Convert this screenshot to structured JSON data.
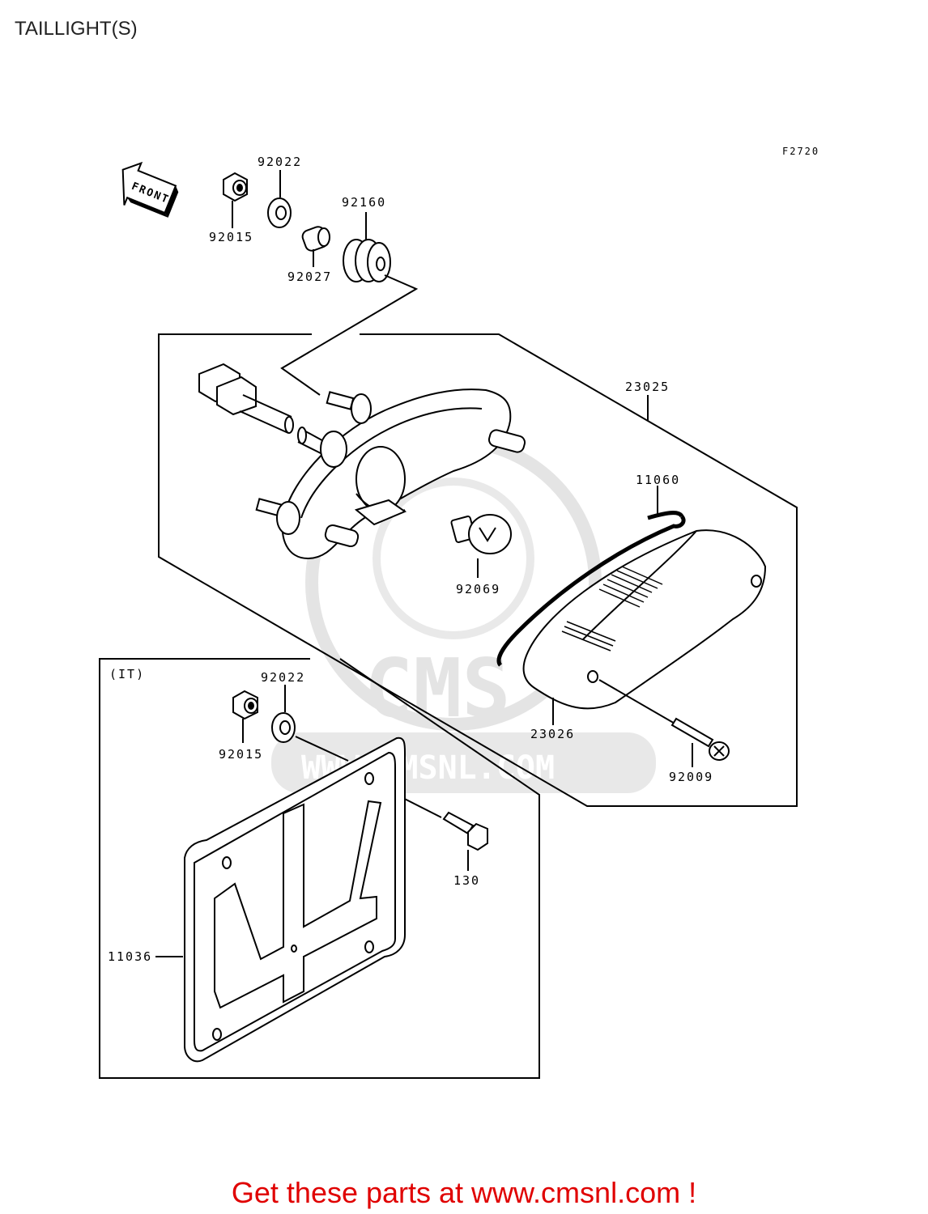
{
  "page": {
    "title": "TAILLIGHT(S)",
    "figure_code": "F2720",
    "front_label": "FRONT",
    "variant_label": "(IT)",
    "call_to_action": "Get these parts at www.cmsnl.com !"
  },
  "watermark": {
    "brand": "CMS",
    "url": "WWW.CMSNL.COM",
    "color": "#c8c8c8"
  },
  "parts": [
    {
      "id": "92015-top",
      "number": "92015"
    },
    {
      "id": "92022-top",
      "number": "92022"
    },
    {
      "id": "92027",
      "number": "92027"
    },
    {
      "id": "92160",
      "number": "92160"
    },
    {
      "id": "23025",
      "number": "23025"
    },
    {
      "id": "11060",
      "number": "11060"
    },
    {
      "id": "92069",
      "number": "92069"
    },
    {
      "id": "23026",
      "number": "23026"
    },
    {
      "id": "92009",
      "number": "92009"
    },
    {
      "id": "92022-it",
      "number": "92022"
    },
    {
      "id": "92015-it",
      "number": "92015"
    },
    {
      "id": "130",
      "number": "130"
    },
    {
      "id": "11036",
      "number": "11036"
    }
  ],
  "colors": {
    "line": "#000000",
    "cta": "#e00000"
  }
}
